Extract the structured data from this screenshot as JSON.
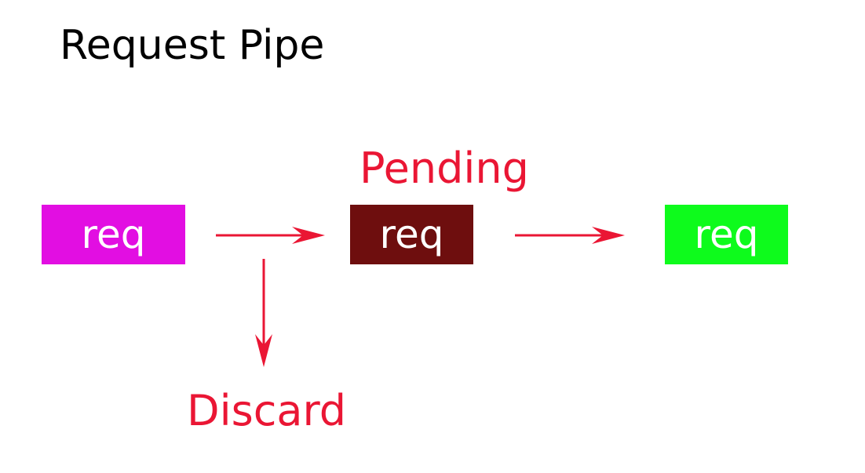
{
  "title": "Request Pipe",
  "nodes": [
    {
      "label": "req",
      "color": "#e20ee2"
    },
    {
      "label": "req",
      "color": "#6e0e0e"
    },
    {
      "label": "req",
      "color": "#0efb1c"
    }
  ],
  "labels": {
    "pending": "Pending",
    "discard": "Discard"
  },
  "colors": {
    "annotation": "#ea1634",
    "arrow": "#ea1634",
    "text_on_box": "#ffffff",
    "title": "#000000"
  }
}
